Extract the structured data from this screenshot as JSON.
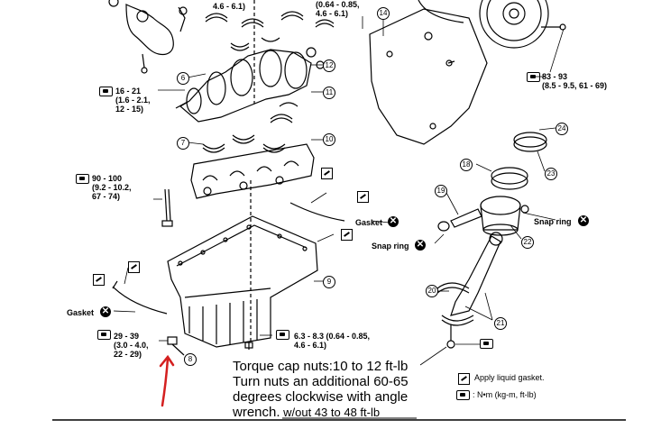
{
  "callouts": {
    "c6": "6",
    "c7": "7",
    "c8": "8",
    "c9": "9",
    "c10": "10",
    "c11": "11",
    "c12": "12",
    "c14": "14",
    "c18": "18",
    "c19": "19",
    "c20": "20",
    "c21": "21",
    "c22": "22",
    "c23": "23",
    "c24": "24"
  },
  "torque_specs": {
    "top_left": "4.6 - 6.1)",
    "top_center": "(0.64 - 0.85,\n4.6 - 6.1)",
    "bolt_16_21": "16 - 21\n(1.6 - 2.1,\n12 - 15)",
    "bolt_90_100": "90 - 100\n(9.2 - 10.2,\n67 - 74)",
    "flywheel": "83 - 93\n(8.5 - 9.5, 61 - 69)",
    "drain_plug": "29 - 39\n(3.0 - 4.0,\n22 - 29)",
    "pan_bolts": "6.3 - 8.3 (0.64 - 0.85,\n4.6 - 6.1)"
  },
  "labels": {
    "gasket_right": "Gasket",
    "gasket_left": "Gasket",
    "snap_ring_left": "Snap ring",
    "snap_ring_right": "Snap ring"
  },
  "legend": {
    "liquid_gasket": "Apply liquid gasket.",
    "torque_units": ": N•m (kg-m, ft-lb)"
  },
  "handwritten_note": {
    "line1": "Torque cap nuts:10 to 12 ft-lb",
    "line2": "Turn nuts an additional 60-65",
    "line3": "degrees clockwise with angle",
    "line4a": "wrench.",
    "line4b": " w/out 43 to 48 ft-lb"
  },
  "colors": {
    "annotation_arrow": "#d42020",
    "ink": "#000000"
  }
}
